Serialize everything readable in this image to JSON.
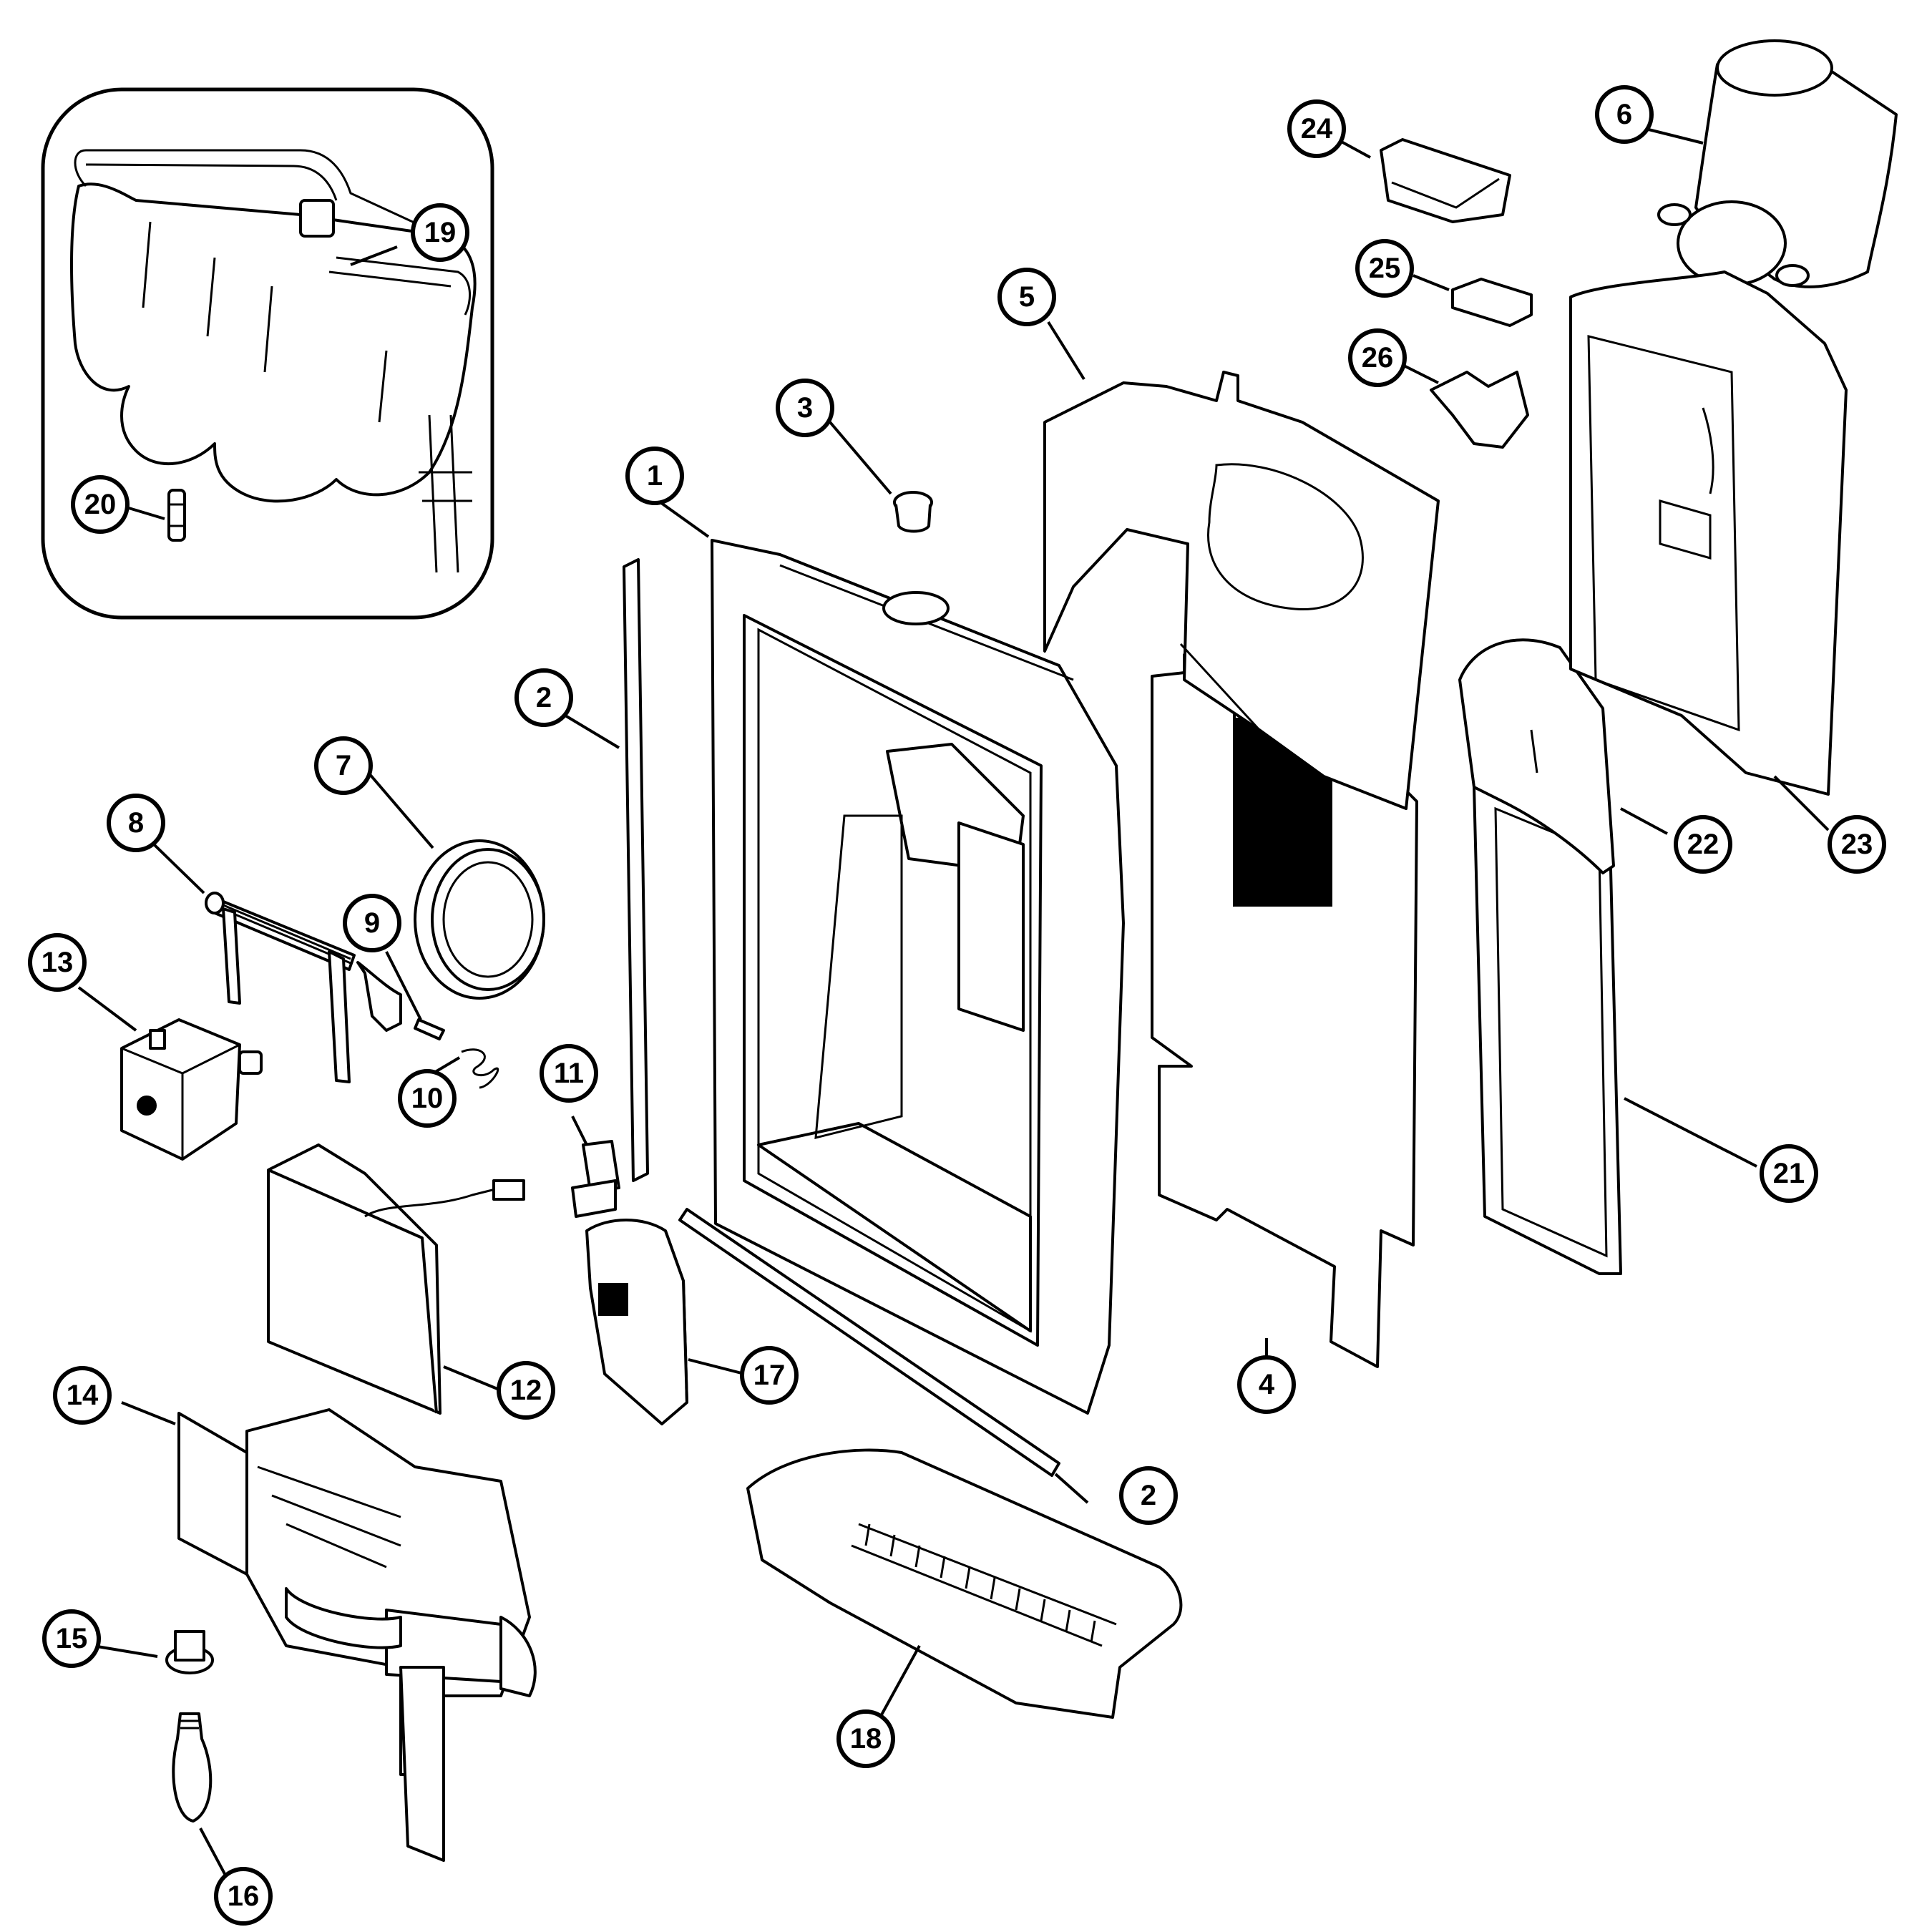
{
  "callouts": [
    {
      "id": "c1",
      "label": "1"
    },
    {
      "id": "c2a",
      "label": "2"
    },
    {
      "id": "c2b",
      "label": "2"
    },
    {
      "id": "c3",
      "label": "3"
    },
    {
      "id": "c4",
      "label": "4"
    },
    {
      "id": "c5",
      "label": "5"
    },
    {
      "id": "c6",
      "label": "6"
    },
    {
      "id": "c7",
      "label": "7"
    },
    {
      "id": "c8",
      "label": "8"
    },
    {
      "id": "c9",
      "label": "9"
    },
    {
      "id": "c10",
      "label": "10"
    },
    {
      "id": "c11",
      "label": "11"
    },
    {
      "id": "c12",
      "label": "12"
    },
    {
      "id": "c13",
      "label": "13"
    },
    {
      "id": "c14",
      "label": "14"
    },
    {
      "id": "c15",
      "label": "15"
    },
    {
      "id": "c16",
      "label": "16"
    },
    {
      "id": "c17",
      "label": "17"
    },
    {
      "id": "c18",
      "label": "18"
    },
    {
      "id": "c19",
      "label": "19"
    },
    {
      "id": "c20",
      "label": "20"
    },
    {
      "id": "c21",
      "label": "21"
    },
    {
      "id": "c22",
      "label": "22"
    },
    {
      "id": "c23",
      "label": "23"
    },
    {
      "id": "c24",
      "label": "24"
    },
    {
      "id": "c25",
      "label": "25"
    },
    {
      "id": "c26",
      "label": "26"
    }
  ]
}
